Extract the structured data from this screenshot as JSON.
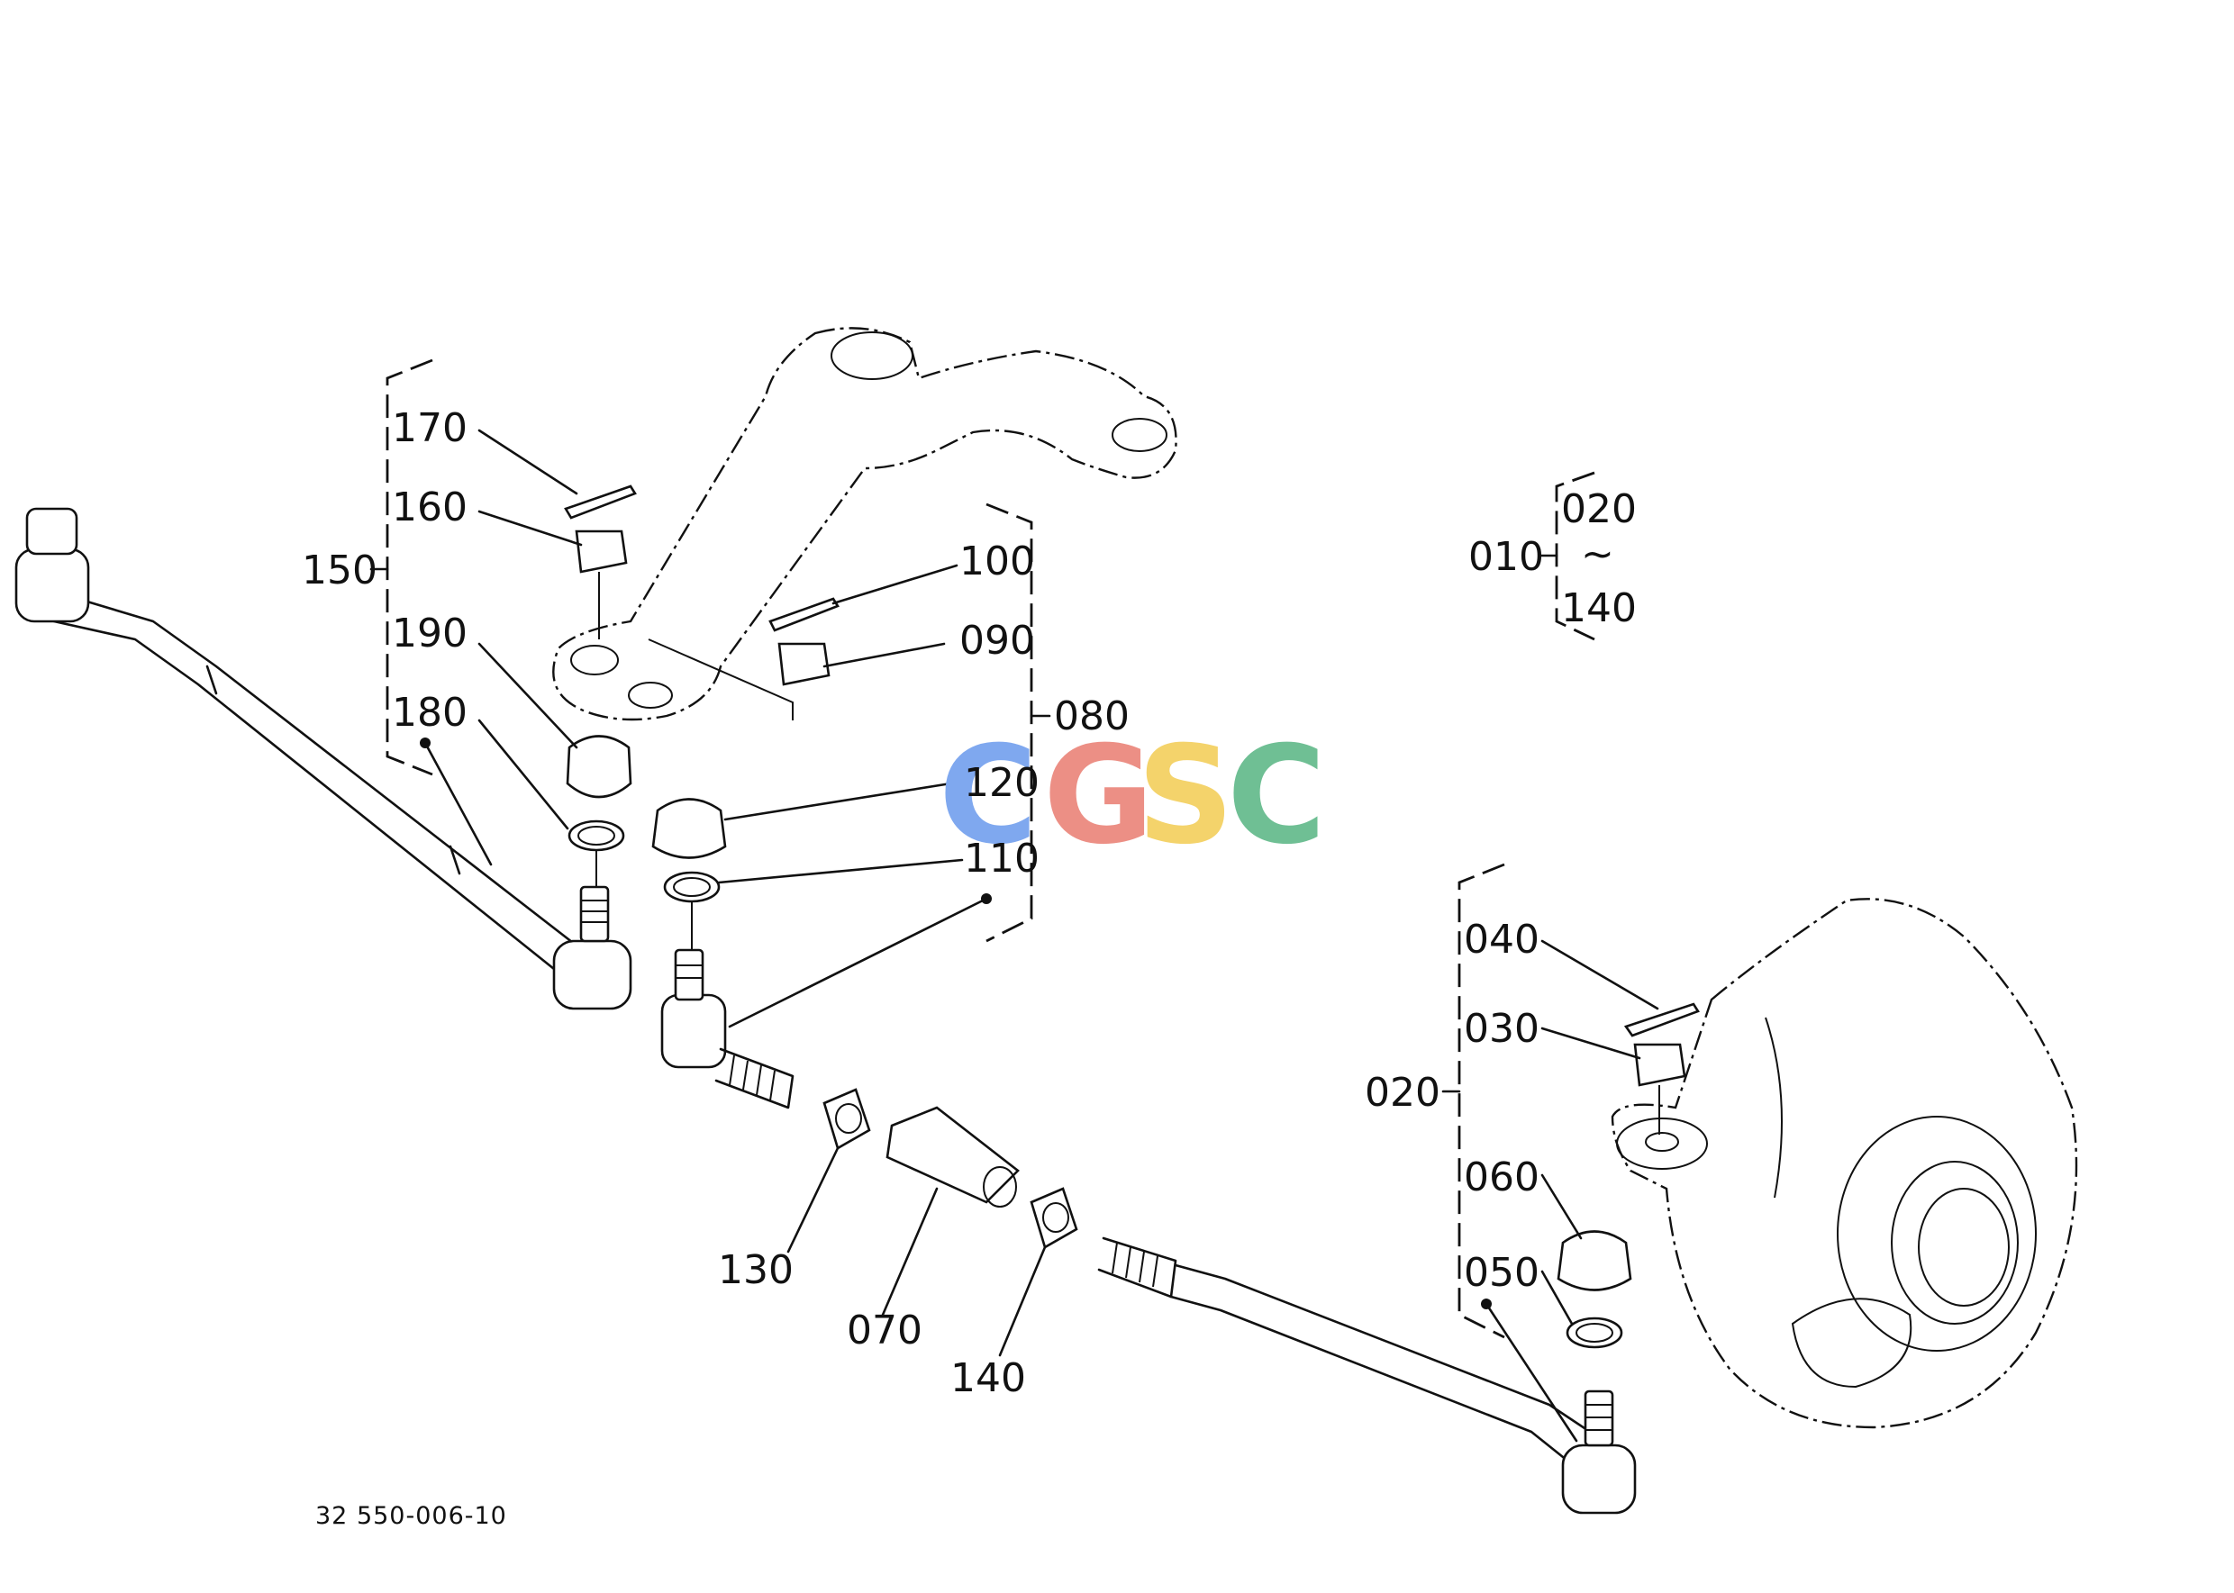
{
  "callouts": {
    "c010": "010",
    "c020": "020",
    "c020b": "020",
    "tilde": "~",
    "c030": "030",
    "c040": "040",
    "c050": "050",
    "c060": "060",
    "c070": "070",
    "c080": "080",
    "c090": "090",
    "c100": "100",
    "c110": "110",
    "c120": "120",
    "c130": "130",
    "c140": "140",
    "c140b": "140",
    "c150": "150",
    "c160": "160",
    "c170": "170",
    "c180": "180",
    "c190": "190"
  },
  "drawing_code": "32 550-006-10",
  "watermark": {
    "letters": [
      "C",
      "G",
      "S",
      "C"
    ],
    "colors": [
      "#7fa8ef",
      "#ec8f85",
      "#f4d36b",
      "#6fbf94"
    ]
  }
}
